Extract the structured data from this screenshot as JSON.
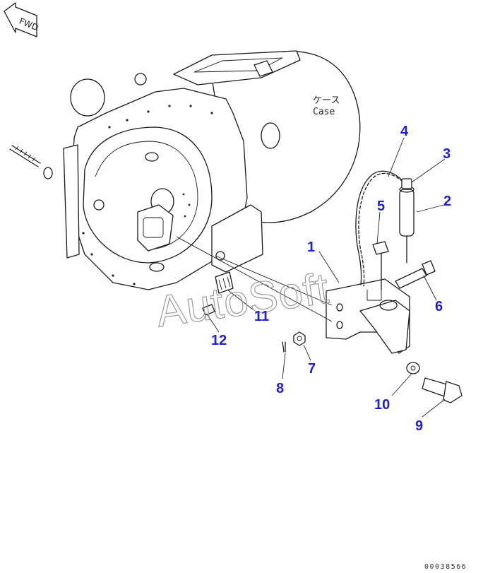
{
  "fwd_label": "FWD",
  "case_label_jp": "ケース",
  "case_label_en": "Case",
  "watermark": "AutoSoft",
  "doc_id": "00038566",
  "callout_color": "#1f1fd6",
  "callouts": [
    "1",
    "2",
    "3",
    "4",
    "5",
    "6",
    "7",
    "8",
    "9",
    "10",
    "11",
    "12"
  ]
}
